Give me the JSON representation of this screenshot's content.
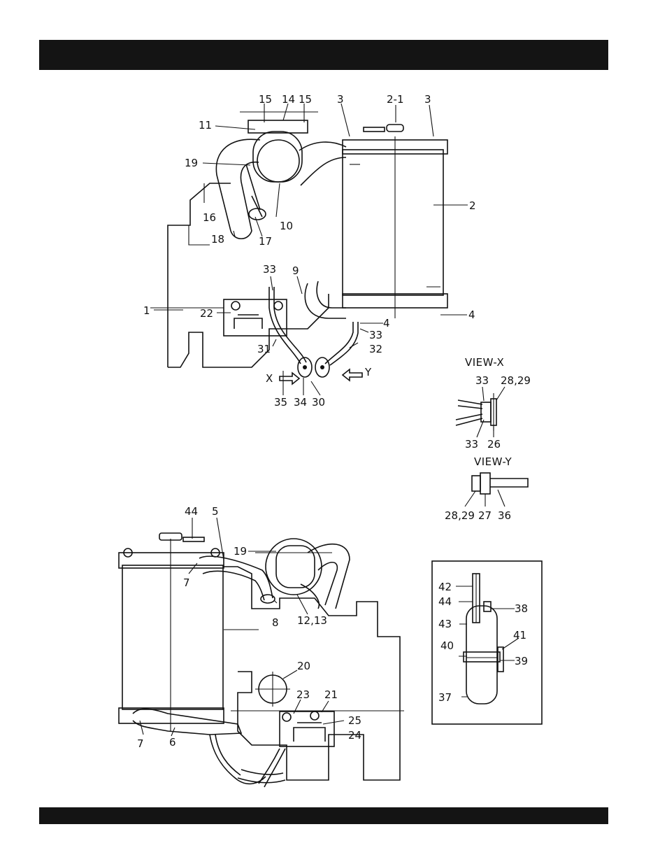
{
  "view_x": {
    "title": "VIEW-X"
  },
  "view_y": {
    "title": "VIEW-Y"
  },
  "arrows": {
    "x": "X",
    "y": "Y"
  },
  "labels": {
    "top": [
      "15",
      "14",
      "15",
      "3",
      "2-1",
      "3",
      "11",
      "19",
      "16",
      "18",
      "17",
      "10",
      "2",
      "33",
      "9",
      "1",
      "22",
      "4",
      "4",
      "33",
      "31",
      "32",
      "35",
      "34",
      "30"
    ],
    "view_x": [
      "33",
      "28,29",
      "33",
      "26"
    ],
    "view_y": [
      "28,29",
      "27",
      "36"
    ],
    "bottom": [
      "44",
      "5",
      "19",
      "7",
      "8",
      "12,13",
      "20",
      "23",
      "21",
      "25",
      "24",
      "7",
      "6"
    ],
    "inset": [
      "42",
      "44",
      "38",
      "43",
      "41",
      "40",
      "39",
      "37"
    ]
  }
}
